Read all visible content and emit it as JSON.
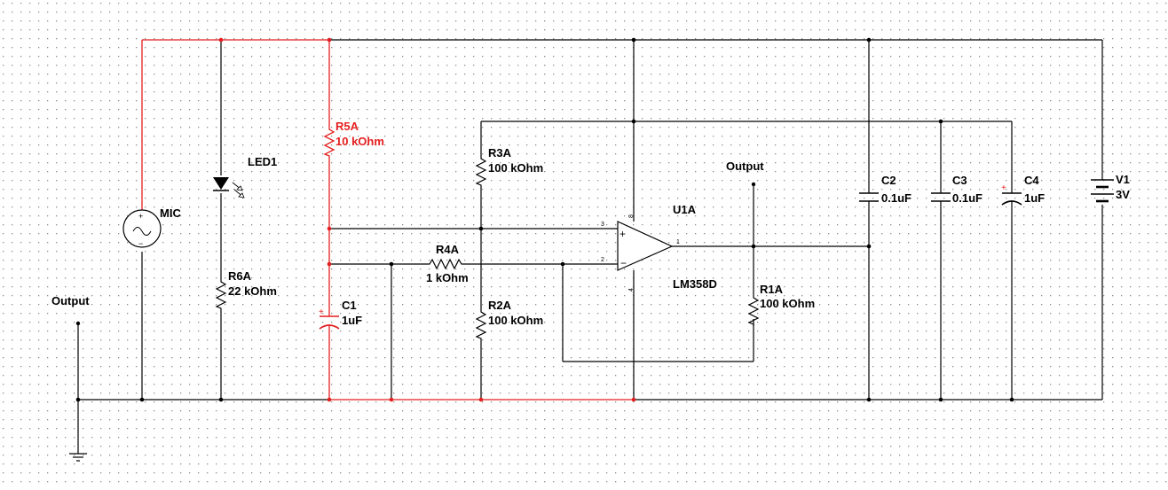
{
  "colors": {
    "wire": "#000000",
    "highlight": "#e41e1e",
    "grid_dot": "#8c8c8c",
    "background": "#ffffff"
  },
  "components": {
    "mic": {
      "ref": "MIC"
    },
    "led1": {
      "ref": "LED1"
    },
    "r5a": {
      "ref": "R5A",
      "value": "10 kOhm"
    },
    "r6a": {
      "ref": "R6A",
      "value": "22 kOhm"
    },
    "c1": {
      "ref": "C1",
      "value": "1uF"
    },
    "r3a": {
      "ref": "R3A",
      "value": "100 kOhm"
    },
    "r4a": {
      "ref": "R4A",
      "value": "1 kOhm"
    },
    "r2a": {
      "ref": "R2A",
      "value": "100 kOhm"
    },
    "u1a": {
      "ref": "U1A",
      "part": "LM358D"
    },
    "r1a": {
      "ref": "R1A",
      "value": "100 kOhm"
    },
    "c2": {
      "ref": "C2",
      "value": "0.1uF"
    },
    "c3": {
      "ref": "C3",
      "value": "0.1uF"
    },
    "c4": {
      "ref": "C4",
      "value": "1uF"
    },
    "v1": {
      "ref": "V1",
      "value": "3V"
    }
  },
  "labels": {
    "output_left": "Output",
    "output_right": "Output"
  },
  "pins": {
    "noninv": "3",
    "inv": "2",
    "out": "1",
    "vplus": "8",
    "vminus": "4"
  },
  "symbols": {
    "plus": "+",
    "minus": "−"
  }
}
